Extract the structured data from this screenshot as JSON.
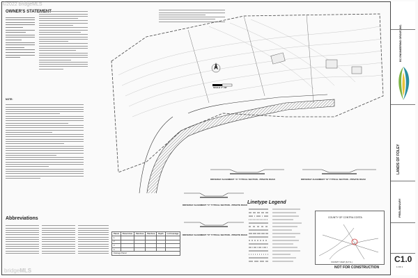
{
  "watermark": {
    "text": "©2022 bridgeMLS",
    "logo_text": "bridge",
    "logo_suffix": "MLS"
  },
  "owner": {
    "title": "OWNER'S STATEMENT"
  },
  "notes": {
    "heading": "NOTE:"
  },
  "abbreviations": {
    "title": "Abbreviations"
  },
  "legend": {
    "title": "Linetype Legend"
  },
  "scale": {
    "label": "SCALE 1\"=30'"
  },
  "sections": [
    {
      "title": "DRIVEWAY ALIGNMENT \"A\" TYPICAL SECTION - PRIVATE ROAD"
    },
    {
      "title": "DRIVEWAY ALIGNMENT \"B\" TYPICAL SECTION - PRIVATE ROAD"
    },
    {
      "title": "DRIVEWAY ALIGNMENT \"C\" TYPICAL SECTION - PRIVATE ROAD"
    },
    {
      "title": "DRIVEWAY ALIGNMENT \"D\" TYPICAL SECTION - PRIVATE ROAD"
    }
  ],
  "parcel_table": {
    "headers": [
      "Parcel",
      "Parcel Area",
      "Pad Area",
      "Pad Area",
      "Depth",
      "Lot Coverage"
    ],
    "rows": [
      [
        "1",
        "",
        "",
        "",
        "",
        ""
      ],
      [
        "2",
        "",
        "",
        "",
        "",
        ""
      ],
      [
        "3",
        "",
        "",
        "",
        "",
        ""
      ],
      [
        "4",
        "",
        "",
        "",
        "",
        ""
      ]
    ],
    "footer": "Drainage Parcel"
  },
  "vicinity": {
    "title": "COUNTY OF CONTRA COSTA",
    "caption": "VICINITY MAP (N.T.S.)"
  },
  "title_block": {
    "firm": "BC ENGINEERING GROUP, INC.",
    "project": "LANDS OF FOLEY",
    "sheet_title": "PRELIMINARY",
    "sheet_number": "C1.0",
    "sheet_of": "1 OF 1"
  },
  "status": {
    "not_for_construction": "NOT FOR CONSTRUCTION"
  },
  "colors": {
    "logo_teal": "#2a8fa0",
    "logo_green": "#7ab342",
    "logo_yellow": "#e8c23a",
    "hatch": "#555555"
  }
}
